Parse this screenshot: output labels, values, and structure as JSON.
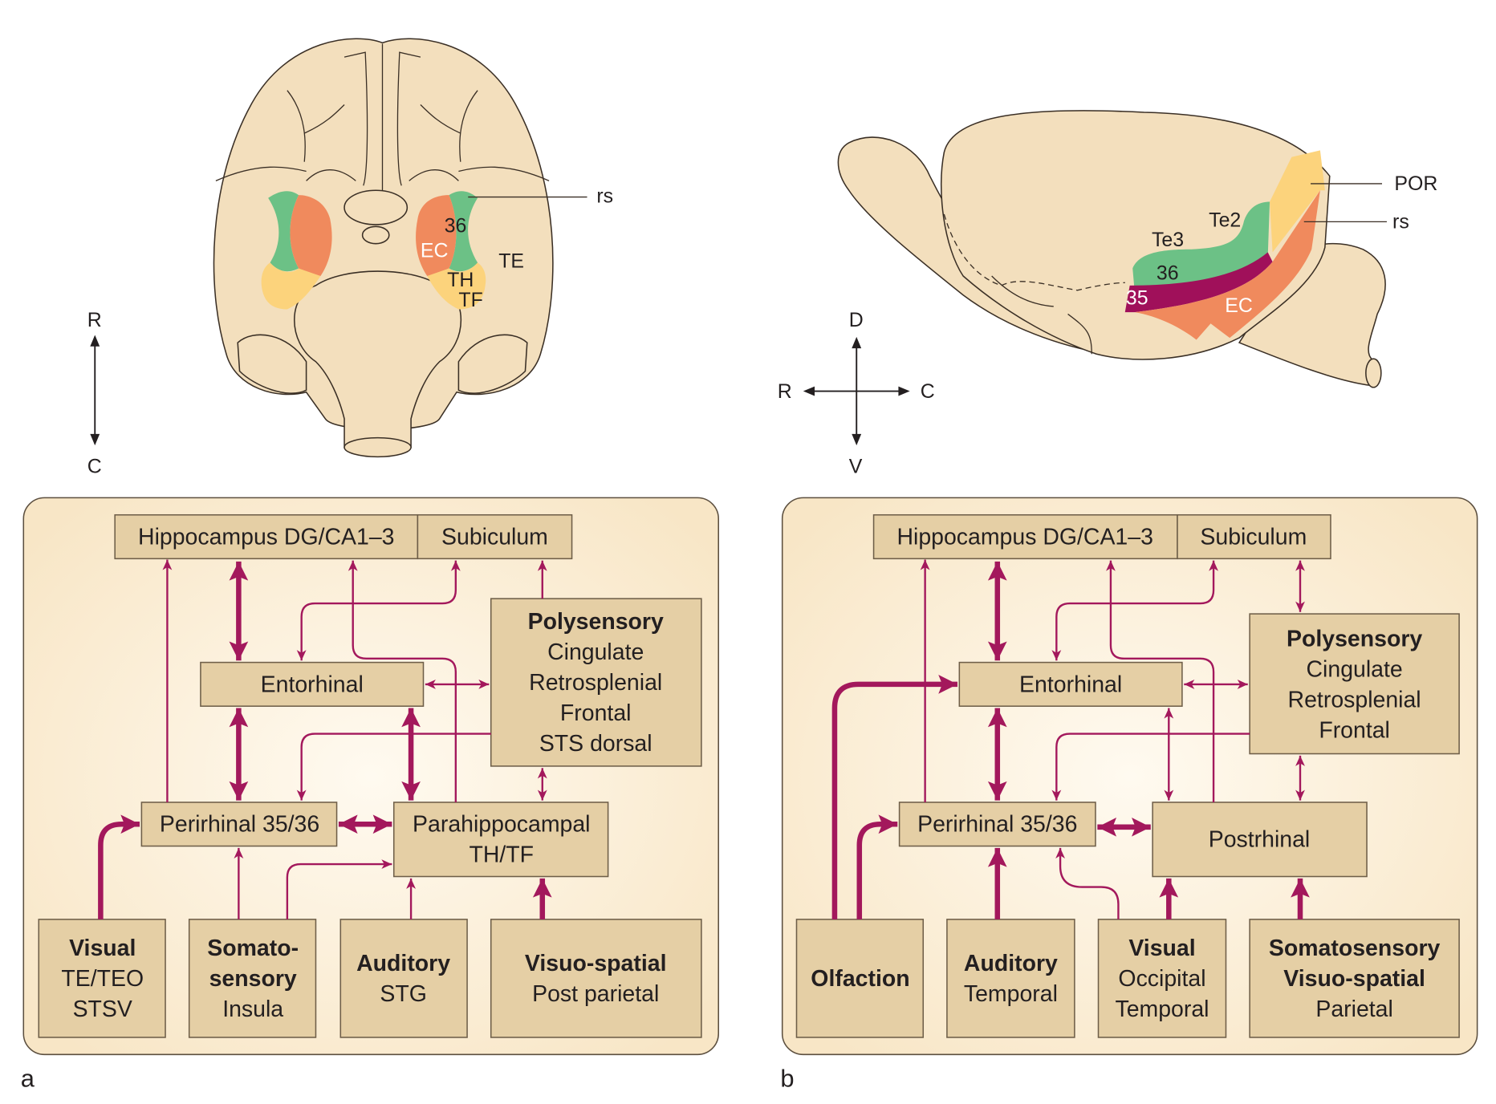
{
  "colors": {
    "arrow": "#a3185c",
    "box": "#e5cfa5",
    "panel": "#fbecd2",
    "area36": "#6cc186",
    "ec": "#f08a5d",
    "th_tf_por": "#fcd37c",
    "area35": "#a0105a"
  },
  "panel_a": {
    "letter": "a",
    "brain_labels": {
      "rs": "rs",
      "a36": "36",
      "ec": "EC",
      "te": "TE",
      "th": "TH",
      "tf": "TF"
    },
    "orientation": {
      "top": "R",
      "bottom": "C"
    },
    "boxes": {
      "hippocampus": "Hippocampus DG/CA1–3",
      "subiculum": "Subiculum",
      "entorhinal": "Entorhinal",
      "polysensory": [
        "Polysensory",
        "Cingulate",
        "Retrosplenial",
        "Frontal",
        "STS dorsal"
      ],
      "perirhinal": "Perirhinal 35/36",
      "parahippocampal": [
        "Parahippocampal",
        "TH/TF"
      ],
      "visual": [
        "Visual",
        "TE/TEO",
        "STSV"
      ],
      "somatosensory": [
        "Somato-",
        "sensory",
        "Insula"
      ],
      "auditory": [
        "Auditory",
        "STG"
      ],
      "visuospatial": [
        "Visuo-spatial",
        "Post parietal"
      ]
    }
  },
  "panel_b": {
    "letter": "b",
    "brain_labels": {
      "por": "POR",
      "rs": "rs",
      "te2": "Te2",
      "te3": "Te3",
      "a36": "36",
      "a35": "35",
      "ec": "EC"
    },
    "orientation": {
      "top": "D",
      "bottom": "V",
      "left": "R",
      "right": "C"
    },
    "boxes": {
      "hippocampus": "Hippocampus DG/CA1–3",
      "subiculum": "Subiculum",
      "entorhinal": "Entorhinal",
      "polysensory": [
        "Polysensory",
        "Cingulate",
        "Retrosplenial",
        "Frontal"
      ],
      "perirhinal": "Perirhinal 35/36",
      "postrhinal": "Postrhinal",
      "olfaction": "Olfaction",
      "auditory": [
        "Auditory",
        "Temporal"
      ],
      "visual": [
        "Visual",
        "Occipital",
        "Temporal"
      ],
      "somatosensory": [
        "Somatosensory",
        "Visuo-spatial",
        "Parietal"
      ]
    }
  }
}
